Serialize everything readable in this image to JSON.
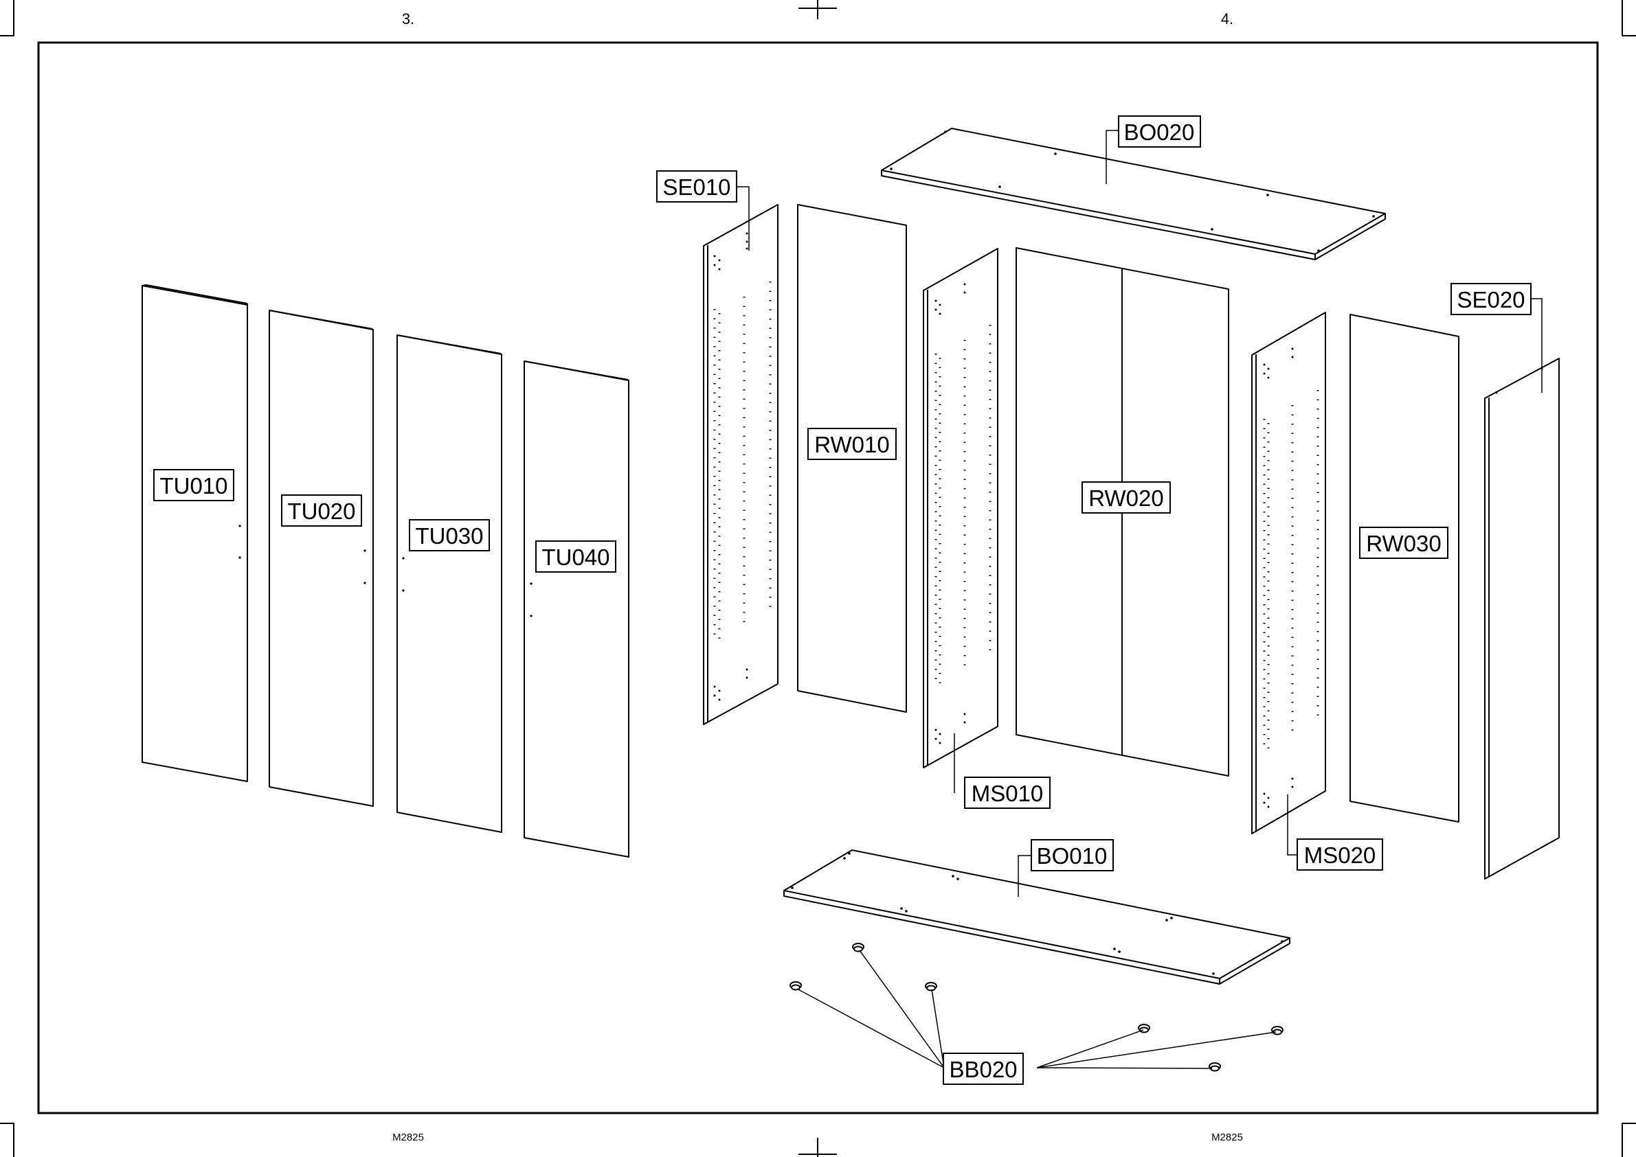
{
  "header": {
    "page_left": "3.",
    "page_right": "4."
  },
  "footer": {
    "code_left": "M2825",
    "code_right": "M2825"
  },
  "parts": {
    "tu010": "TU010",
    "tu020": "TU020",
    "tu030": "TU030",
    "tu040": "TU040",
    "se010": "SE010",
    "se020": "SE020",
    "rw010": "RW010",
    "rw020": "RW020",
    "rw030": "RW030",
    "ms010": "MS010",
    "ms020": "MS020",
    "bo010": "BO010",
    "bo020": "BO020",
    "bb020": "BB020"
  }
}
